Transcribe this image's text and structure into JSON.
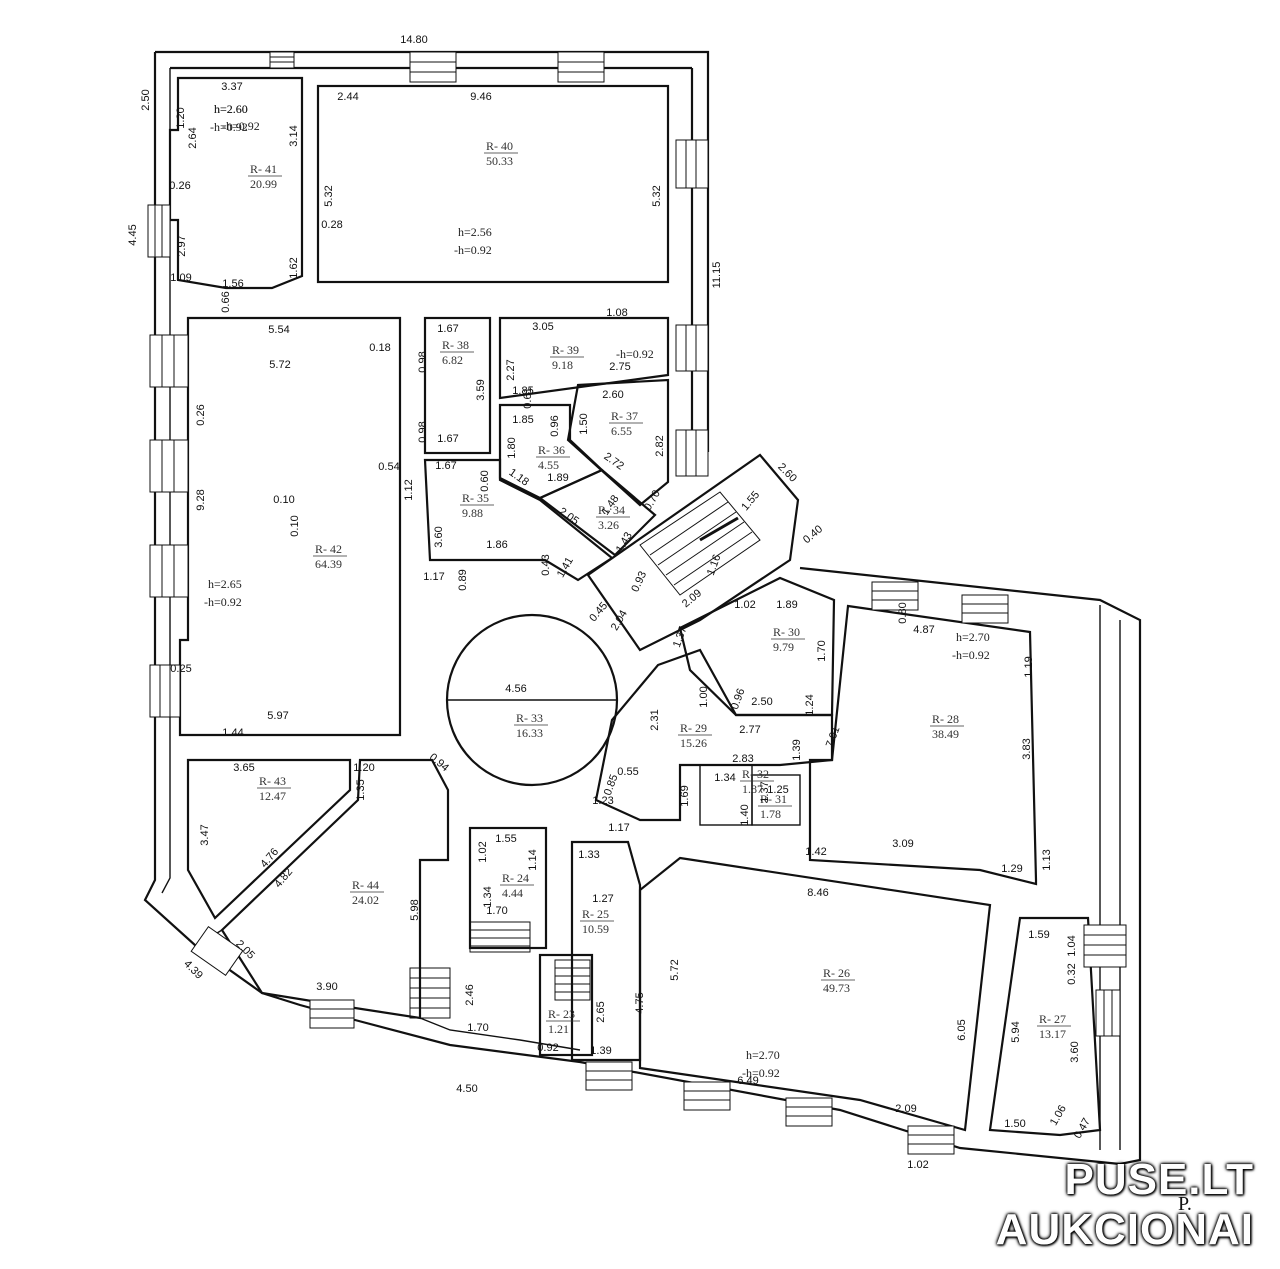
{
  "plan": {
    "rooms": [
      {
        "id": "R- 40",
        "area": "50.33"
      },
      {
        "id": "R- 41",
        "area": "20.99"
      },
      {
        "id": "R- 42",
        "area": "64.39"
      },
      {
        "id": "R- 38",
        "area": "6.82"
      },
      {
        "id": "R- 39",
        "area": "9.18"
      },
      {
        "id": "R- 37",
        "area": "6.55"
      },
      {
        "id": "R- 36",
        "area": "4.55"
      },
      {
        "id": "R- 35",
        "area": "9.88"
      },
      {
        "id": "R- 34",
        "area": "3.26"
      },
      {
        "id": "R- 33",
        "area": "16.33"
      },
      {
        "id": "R- 30",
        "area": "9.79"
      },
      {
        "id": "R- 29",
        "area": "15.26"
      },
      {
        "id": "R- 28",
        "area": "38.49"
      },
      {
        "id": "R- 43",
        "area": "12.47"
      },
      {
        "id": "R- 44",
        "area": "24.02"
      },
      {
        "id": "R- 24",
        "area": "4.44"
      },
      {
        "id": "R- 25",
        "area": "10.59"
      },
      {
        "id": "R- 26",
        "area": "49.73"
      },
      {
        "id": "R- 27",
        "area": "13.17"
      },
      {
        "id": "R- 23",
        "area": "1.21"
      },
      {
        "id": "R- 32",
        "area": "1.87"
      },
      {
        "id": "R- 31",
        "area": "1.78"
      }
    ],
    "heights": [
      {
        "h": "h=2.60",
        "sub": "-h=0.92"
      },
      {
        "h": "h=2.56",
        "sub": "-h=0.92"
      },
      {
        "h": "h=2.65",
        "sub": "-h=0.92"
      },
      {
        "h": "h=2.70",
        "sub": "-h=0.92"
      },
      {
        "h": "h=2.70",
        "sub": "-h=0.92"
      },
      {
        "h": "",
        "sub": "-h=0.92"
      }
    ],
    "dims": [
      "14.80",
      "2.50",
      "3.37",
      "1.20",
      "2.64",
      "h=2.60",
      "-h=0.92",
      "3.14",
      "0.26",
      "5.32",
      "4.45",
      "2.97",
      "1.62",
      "1.09",
      "1.56",
      "0.66",
      "0.28",
      "2.44",
      "9.46",
      "5.32",
      "11.15",
      "5.54",
      "0.18",
      "5.72",
      "0.26",
      "9.28",
      "0.10",
      "0.10",
      "0.25",
      "5.97",
      "0.54",
      "1.12",
      "1.67",
      "0.98",
      "3.59",
      "0.98",
      "1.67",
      "2.27",
      "3.05",
      "1.08",
      "2.75",
      "1.85",
      "0.61",
      "1.85",
      "0.96",
      "1.50",
      "2.60",
      "1.80",
      "1.18",
      "2.82",
      "2.72",
      "0.70",
      "1.89",
      "1.48",
      "2.05",
      "1.43",
      "1.67",
      "0.60",
      "3.60",
      "1.86",
      "0.43",
      "1.41",
      "1.17",
      "0.89",
      "2.60",
      "1.55",
      "0.40",
      "1.16",
      "0.93",
      "2.09",
      "0.45",
      "2.04",
      "1.02",
      "1.89",
      "1.37",
      "1.70",
      "1.00",
      "0.96",
      "2.50",
      "1.24",
      "2.77",
      "7.01",
      "0.80",
      "4.87",
      "1.19",
      "3.83",
      "1.13",
      "1.42",
      "3.09",
      "1.29",
      "4.56",
      "2.31",
      "0.55",
      "0.85",
      "1.23",
      "1.69",
      "1.17",
      "2.83",
      "1.34",
      "1.39",
      "1.40",
      "1.37",
      "1.25",
      "1.44",
      "3.65",
      "1.20",
      "1.35",
      "0.94",
      "3.47",
      "4.76",
      "4.82",
      "5.98",
      "2.05",
      "4.39",
      "3.90",
      "1.02",
      "1.55",
      "1.14",
      "1.34",
      "1.70",
      "1.33",
      "1.27",
      "2.46",
      "1.70",
      "2.65",
      "4.75",
      "5.72",
      "0.92",
      "1.39",
      "4.50",
      "8.46",
      "6.05",
      "6.49",
      "2.09",
      "1.02",
      "1.59",
      "1.04",
      "0.32",
      "5.94",
      "3.60",
      "1.50",
      "1.06",
      "0.47"
    ]
  },
  "watermark": {
    "line1": "PUSE.LT",
    "line2": "AUKCIONAI",
    "corner_letter": "P."
  }
}
